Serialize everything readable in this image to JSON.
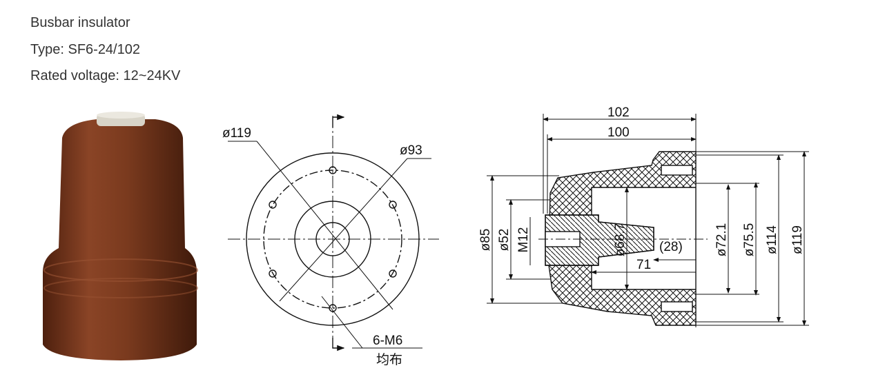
{
  "product": {
    "name": "Busbar insulator",
    "type": "Type: SF6-24/102",
    "rated_voltage": "Rated voltage: 12~24KV"
  },
  "colors": {
    "insulator_body": "#7a3a1e",
    "text": "#333333",
    "drawing_line": "#111111"
  },
  "front_view": {
    "outer_diameter": "ø119",
    "bolt_circle_diameter": "ø93",
    "holes": "6-M6",
    "holes_note": "均布"
  },
  "section_view": {
    "length_overall": "102",
    "length_body": "100",
    "d85": "ø85",
    "d52": "ø52",
    "thread": "M12",
    "d68": "ø68.7",
    "depth28": "(28)",
    "depth71": "71",
    "d72": "ø72.1",
    "d75": "ø75.5",
    "d114": "ø114",
    "d119": "ø119"
  }
}
